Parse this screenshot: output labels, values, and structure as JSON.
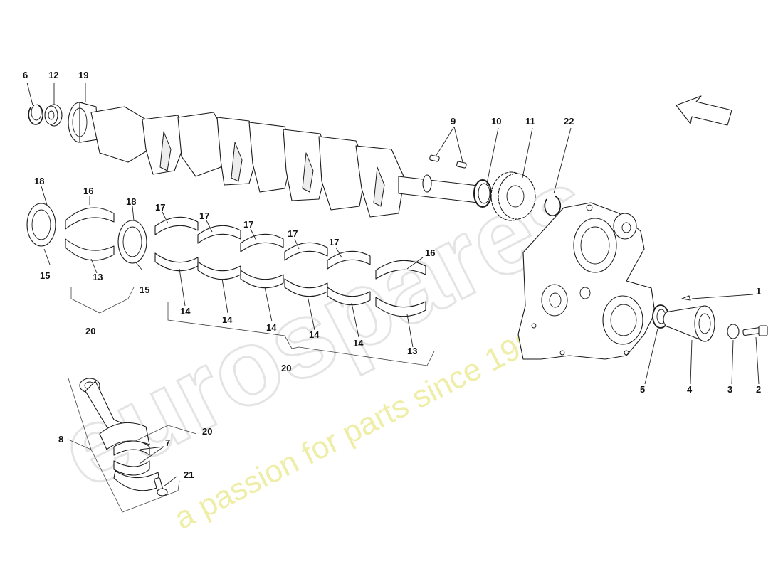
{
  "watermark": {
    "logo_text": "eurospares",
    "tagline": "a passion for parts since 1985"
  },
  "callouts": [
    {
      "id": "c6",
      "text": "6"
    },
    {
      "id": "c12",
      "text": "12"
    },
    {
      "id": "c19",
      "text": "19"
    },
    {
      "id": "c9",
      "text": "9"
    },
    {
      "id": "c10",
      "text": "10"
    },
    {
      "id": "c11",
      "text": "11"
    },
    {
      "id": "c22",
      "text": "22"
    },
    {
      "id": "c18a",
      "text": "18"
    },
    {
      "id": "c16a",
      "text": "16"
    },
    {
      "id": "c18b",
      "text": "18"
    },
    {
      "id": "c17a",
      "text": "17"
    },
    {
      "id": "c17b",
      "text": "17"
    },
    {
      "id": "c17c",
      "text": "17"
    },
    {
      "id": "c17d",
      "text": "17"
    },
    {
      "id": "c17e",
      "text": "17"
    },
    {
      "id": "c16b",
      "text": "16"
    },
    {
      "id": "c15a",
      "text": "15"
    },
    {
      "id": "c13a",
      "text": "13"
    },
    {
      "id": "c15b",
      "text": "15"
    },
    {
      "id": "c14a",
      "text": "14"
    },
    {
      "id": "c14b",
      "text": "14"
    },
    {
      "id": "c14c",
      "text": "14"
    },
    {
      "id": "c14d",
      "text": "14"
    },
    {
      "id": "c14e",
      "text": "14"
    },
    {
      "id": "c13b",
      "text": "13"
    },
    {
      "id": "c20a",
      "text": "20"
    },
    {
      "id": "c20b",
      "text": "20"
    },
    {
      "id": "c1",
      "text": "1"
    },
    {
      "id": "c5",
      "text": "5"
    },
    {
      "id": "c4",
      "text": "4"
    },
    {
      "id": "c3",
      "text": "3"
    },
    {
      "id": "c2",
      "text": "2"
    },
    {
      "id": "c20c",
      "text": "20"
    },
    {
      "id": "c7",
      "text": "7"
    },
    {
      "id": "c8",
      "text": "8"
    },
    {
      "id": "c21",
      "text": "21"
    }
  ]
}
